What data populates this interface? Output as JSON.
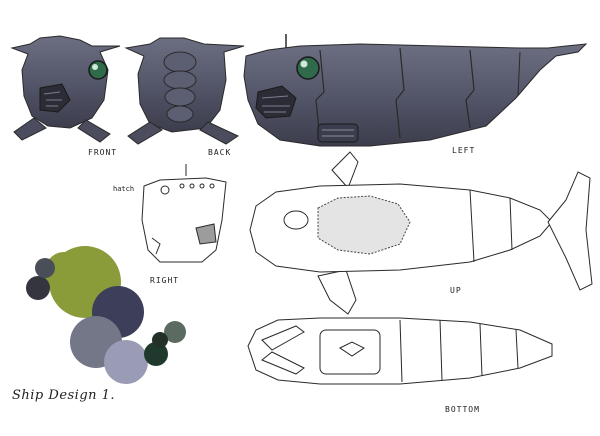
{
  "labels": {
    "front": "FRONT",
    "back": "BACK",
    "left": "LEFT",
    "right": "RIGHT",
    "up": "UP",
    "bottom": "BOTTOM",
    "hatch": "hatch",
    "title": "Ship Design 1."
  },
  "palette": {
    "hull_dark": "#4b4d5e",
    "hull_mid": "#6a6c7e",
    "hull_light": "#8a8ca0",
    "eye": "#2f6a4a",
    "line": "#2a2a2a",
    "swatches": [
      "#8a9b3a",
      "#4a4e58",
      "#34353f",
      "#3c3e5a",
      "#747787",
      "#9a9bb4",
      "#1f3a2c",
      "#5c6b62",
      "#243128"
    ]
  }
}
